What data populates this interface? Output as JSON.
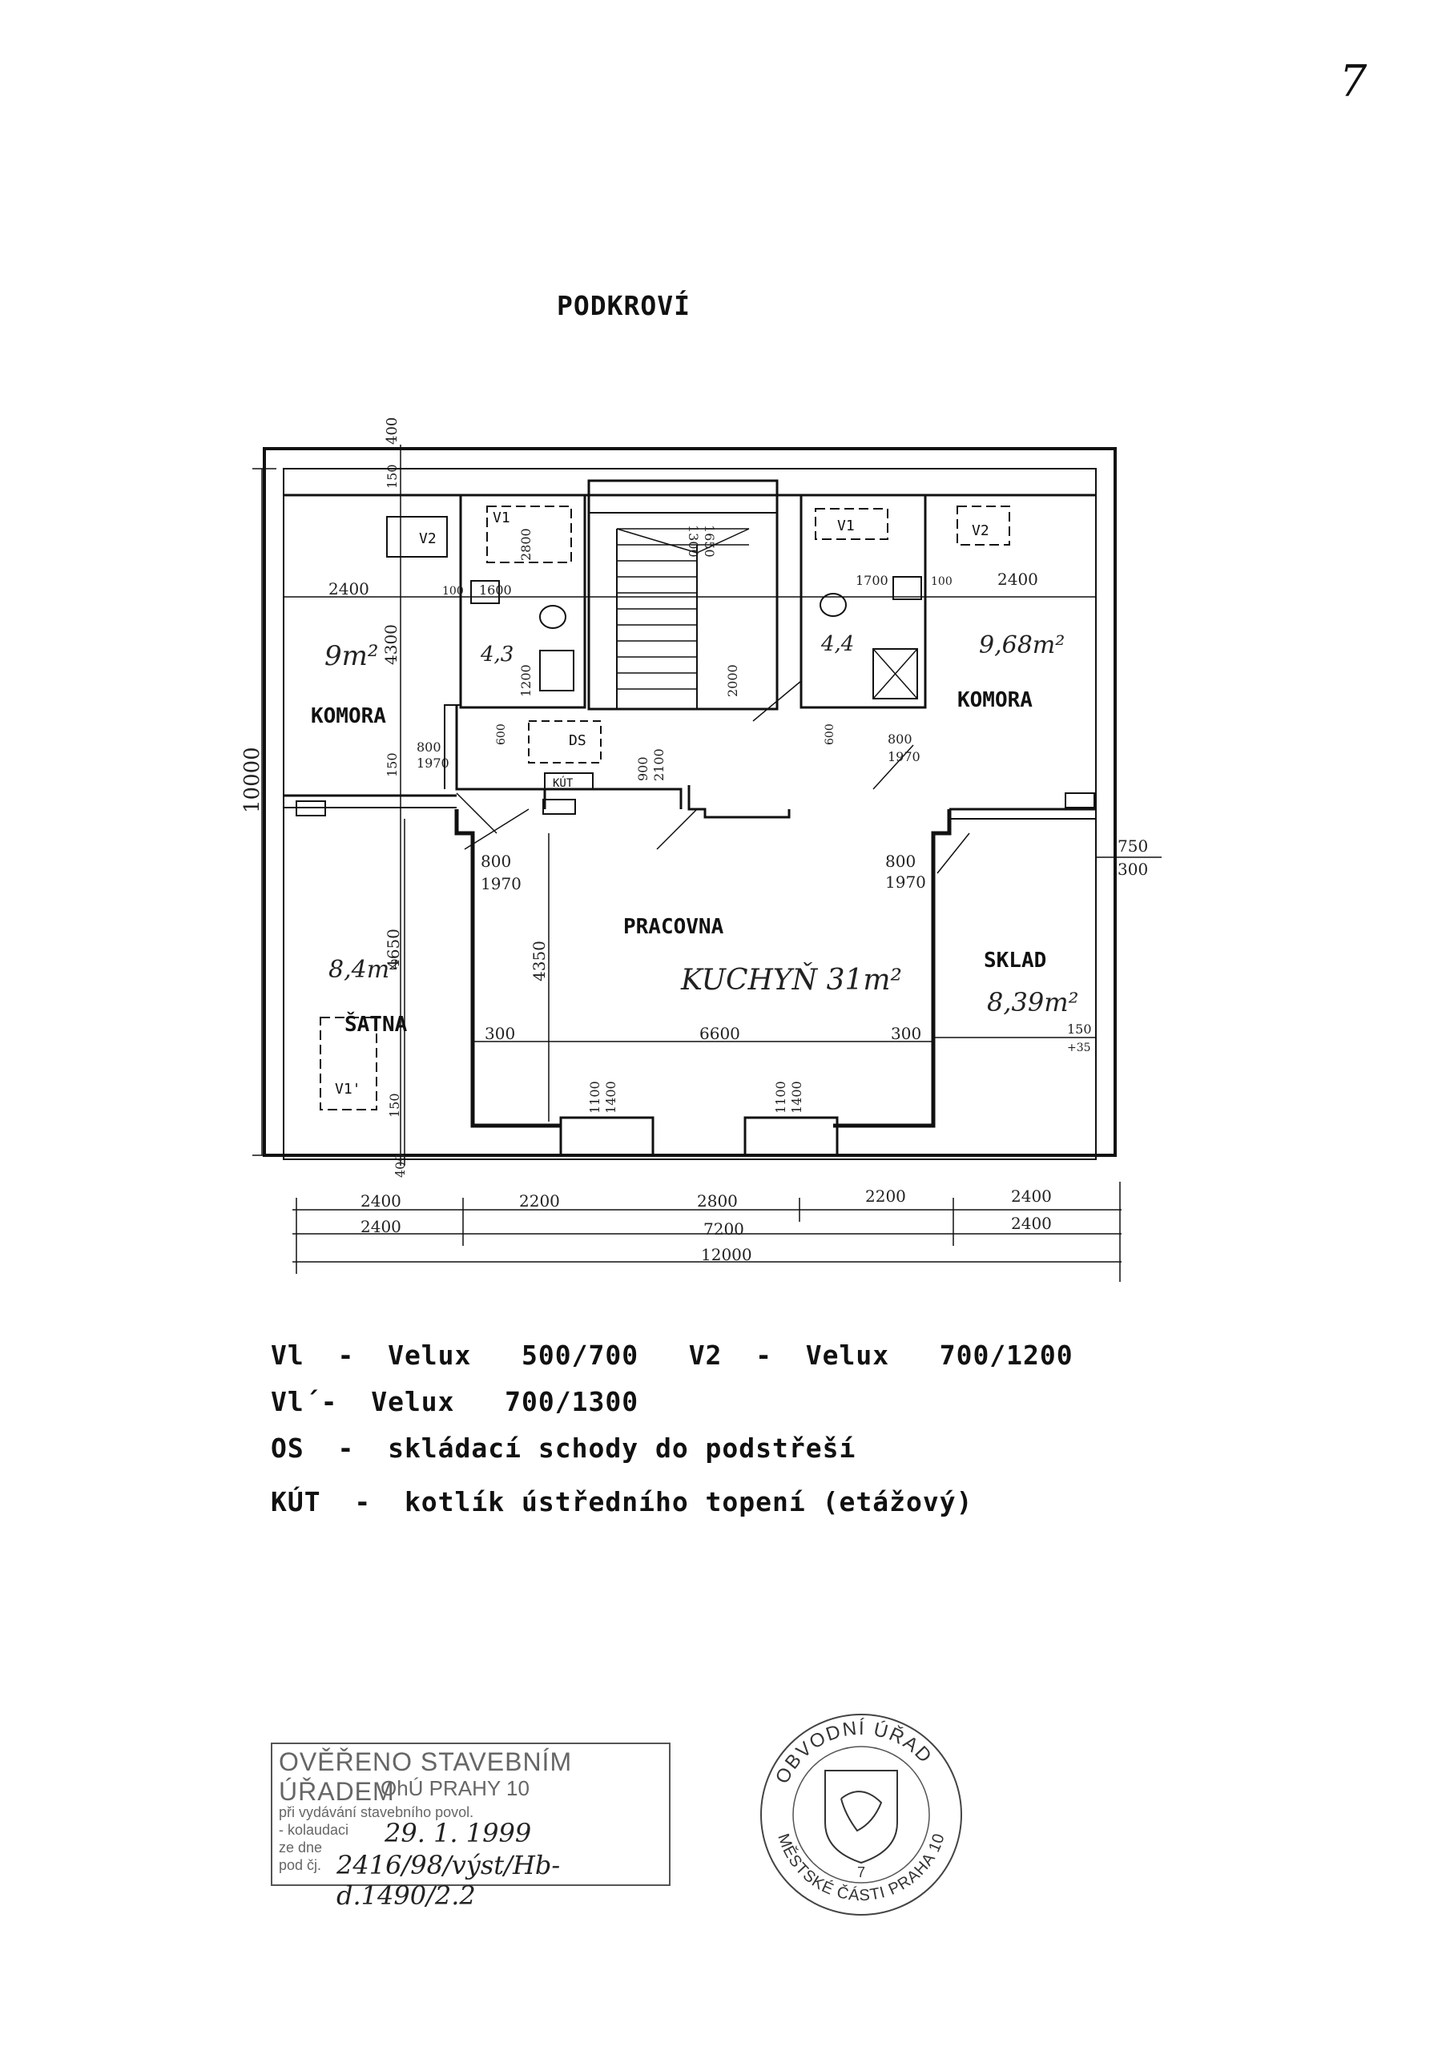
{
  "page_number": "7",
  "title": "PODKROVÍ",
  "rooms": {
    "komora_left": {
      "name": "KOMORA",
      "area": "9m²"
    },
    "komora_right": {
      "name": "KOMORA",
      "area": "9,68m²"
    },
    "pracovna": {
      "name": "PRACOVNA",
      "note": "KUCHYŇ 31m²"
    },
    "satna": {
      "name": "ŠATNA",
      "area": "8,4m²"
    },
    "sklad": {
      "name": "SKLAD",
      "area": "8,39m²"
    },
    "bath_left_area": "4,3",
    "bath_right_area": "4,4"
  },
  "symbols": {
    "v1": "V1",
    "v2": "V2",
    "v1p": "V1'",
    "ds": "DS",
    "kut": "KÚT"
  },
  "dims": {
    "d400": "400",
    "d150": "150",
    "d4300": "4300",
    "d2400": "2400",
    "d100": "100",
    "d1600": "1600",
    "d1700": "1700",
    "d800": "800",
    "d1970": "1970",
    "d600": "600",
    "d4650": "4650",
    "d4350": "4350",
    "d300": "300",
    "d6600": "6600",
    "d1100": "1100",
    "d1400": "1400",
    "d750": "750",
    "d35": "+35",
    "d10000": "10000",
    "d1300": "1300",
    "d1650": "1650",
    "d2000": "2000",
    "d2800": "2800",
    "d1200": "1200",
    "d900": "900",
    "d2100": "2100",
    "d2200": "2200",
    "d7200": "7200",
    "d12000": "12000"
  },
  "legend": [
    "Vl  -  Velux   500/700   V2  -  Velux   700/1200",
    "Vl´-  Velux   700/1300",
    "OS  -  skládací schody do podstřeší",
    "KÚT  -  kotlík ústředního topení (etážový)"
  ],
  "stamp_rect": {
    "line1": "OVĚŘENO STAVEBNÍM ÚŘADEM",
    "line2": "OhÚ PRAHY 10",
    "line3": "při vydávání stavebního povol.",
    "line4": "- kolaudaci",
    "line5": "ze dne",
    "line6": "pod čj.",
    "date": "29. 1. 1999",
    "ref": "2416/98/výst/Hb-d.1490/2.2"
  },
  "stamp_round": {
    "top": "OBVODNÍ ÚŘAD",
    "bottom": "MĚSTSKÉ ČÁSTI PRAHA 10",
    "center": "7"
  }
}
